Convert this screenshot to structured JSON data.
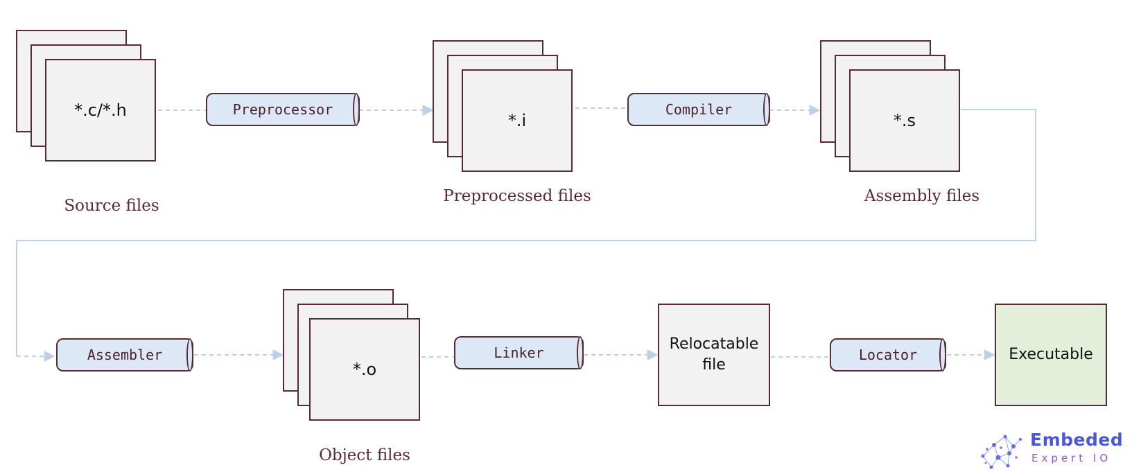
{
  "stages": {
    "source": {
      "ext": "*.c/*.h",
      "caption": "Source files"
    },
    "preprocessed": {
      "ext": "*.i",
      "caption": "Preprocessed files"
    },
    "assembly": {
      "ext": "*.s",
      "caption": "Assembly files"
    },
    "object": {
      "ext": "*.o",
      "caption": "Object files"
    },
    "relocatable": {
      "label": "Relocatable file"
    },
    "executable": {
      "label": "Executable"
    }
  },
  "tools": {
    "preprocessor": "Preprocessor",
    "compiler": "Compiler",
    "assembler": "Assembler",
    "linker": "Linker",
    "locator": "Locator"
  },
  "logo": {
    "name": "Embeded",
    "sub": "Expert IO"
  },
  "colors": {
    "border": "#5a2a34",
    "file_fill": "#f2f2f2",
    "tool_fill": "#dce8f5",
    "executable_fill": "#e2efd9",
    "connector": "#bcd0e6",
    "logo_primary": "#4b56d9",
    "logo_secondary": "#9b4fd6"
  }
}
